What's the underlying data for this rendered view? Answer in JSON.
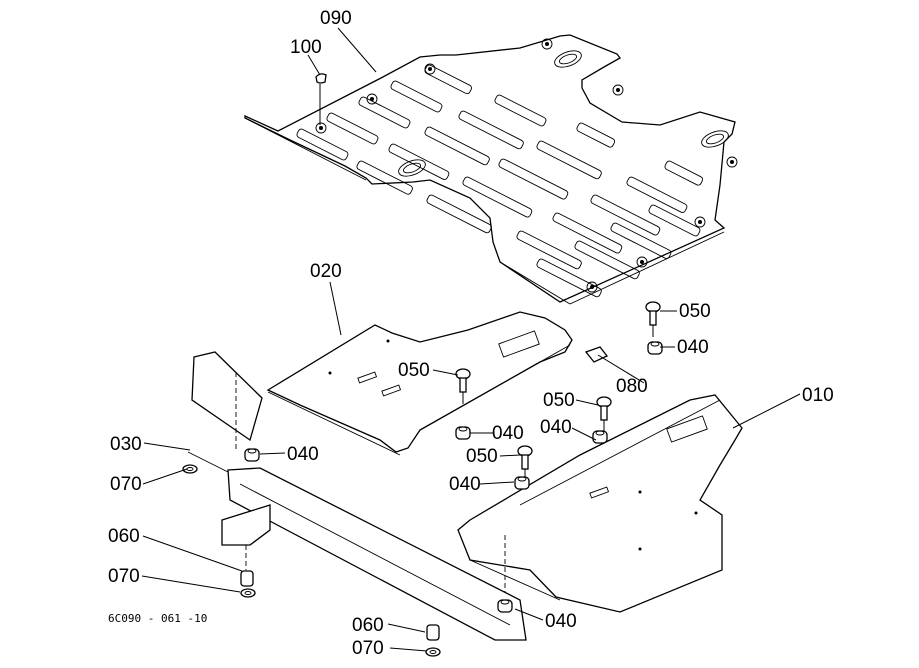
{
  "diagram": {
    "type": "exploded-parts-view",
    "drawing_code": "6C090 - 061 -10",
    "callouts": [
      {
        "id": "c090",
        "text": "090"
      },
      {
        "id": "c100",
        "text": "100"
      },
      {
        "id": "c020",
        "text": "020"
      },
      {
        "id": "c050a",
        "text": "050"
      },
      {
        "id": "c040a",
        "text": "040"
      },
      {
        "id": "c080",
        "text": "080"
      },
      {
        "id": "c050b",
        "text": "050"
      },
      {
        "id": "c010",
        "text": "010"
      },
      {
        "id": "c050c",
        "text": "050"
      },
      {
        "id": "c040b",
        "text": "040"
      },
      {
        "id": "c040c",
        "text": "040"
      },
      {
        "id": "c030",
        "text": "030"
      },
      {
        "id": "c040d",
        "text": "040"
      },
      {
        "id": "c050d",
        "text": "050"
      },
      {
        "id": "c040e",
        "text": "040"
      },
      {
        "id": "c070a",
        "text": "070"
      },
      {
        "id": "c060a",
        "text": "060"
      },
      {
        "id": "c070b",
        "text": "070"
      },
      {
        "id": "c040f",
        "text": "040"
      },
      {
        "id": "c060b",
        "text": "060"
      },
      {
        "id": "c070c",
        "text": "070"
      }
    ]
  }
}
